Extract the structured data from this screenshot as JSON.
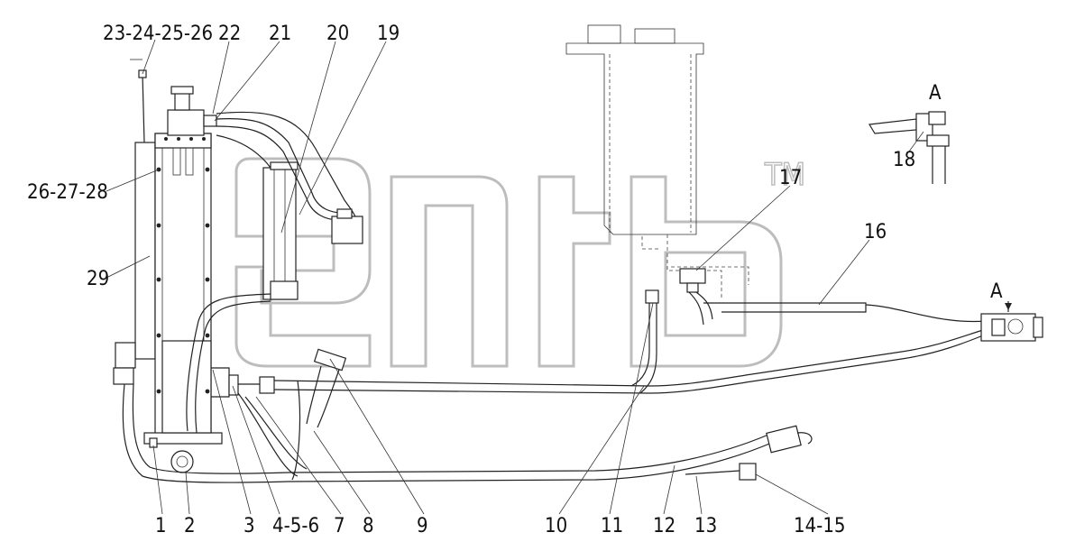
{
  "diagram": {
    "callouts": [
      {
        "id": "c1",
        "text": "1"
      },
      {
        "id": "c2",
        "text": "2"
      },
      {
        "id": "c3",
        "text": "3"
      },
      {
        "id": "c4",
        "text": "4-5-6"
      },
      {
        "id": "c7",
        "text": "7"
      },
      {
        "id": "c8",
        "text": "8"
      },
      {
        "id": "c9",
        "text": "9"
      },
      {
        "id": "c10",
        "text": "10"
      },
      {
        "id": "c11",
        "text": "11"
      },
      {
        "id": "c12",
        "text": "12"
      },
      {
        "id": "c13",
        "text": "13"
      },
      {
        "id": "c14",
        "text": "14-15"
      },
      {
        "id": "c16",
        "text": "16"
      },
      {
        "id": "c17",
        "text": "17"
      },
      {
        "id": "c18",
        "text": "18"
      },
      {
        "id": "c19",
        "text": "19"
      },
      {
        "id": "c20",
        "text": "20"
      },
      {
        "id": "c21",
        "text": "21"
      },
      {
        "id": "c22",
        "text": "22"
      },
      {
        "id": "c23",
        "text": "23-24-25-26"
      },
      {
        "id": "c26",
        "text": "26-27-28"
      },
      {
        "id": "c29",
        "text": "29"
      }
    ],
    "view_labels": {
      "detail_a": "A",
      "arrow_a": "A"
    },
    "watermark": {
      "trademark": "TM"
    }
  }
}
